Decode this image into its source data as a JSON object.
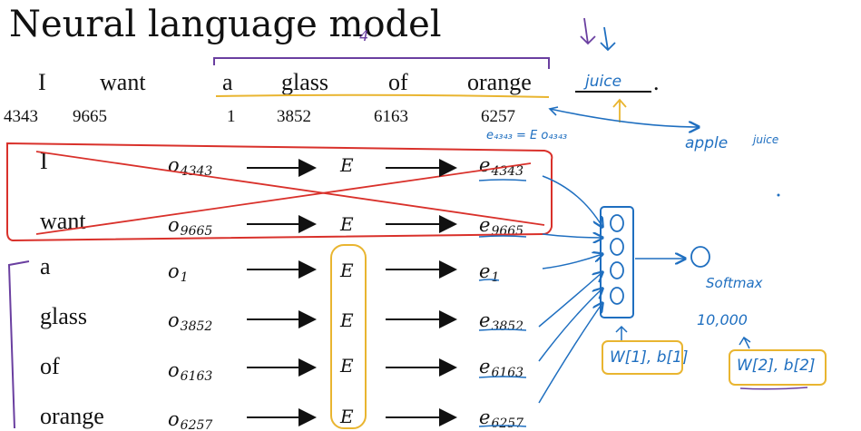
{
  "title": "Neural language model",
  "sentence": {
    "words": [
      "I",
      "want",
      "a",
      "glass",
      "of",
      "orange"
    ],
    "indices": [
      "4343",
      "9665",
      "1",
      "3852",
      "6163",
      "6257"
    ],
    "period": "."
  },
  "rows": [
    {
      "word": "I",
      "o_base": "o",
      "o_sub": "4343",
      "E": "E",
      "e_base": "e",
      "e_sub": "4343"
    },
    {
      "word": "want",
      "o_base": "o",
      "o_sub": "9665",
      "E": "E",
      "e_base": "e",
      "e_sub": "9665"
    },
    {
      "word": "a",
      "o_base": "o",
      "o_sub": "1",
      "E": "E",
      "e_base": "e",
      "e_sub": "1"
    },
    {
      "word": "glass",
      "o_base": "o",
      "o_sub": "3852",
      "E": "E",
      "e_base": "e",
      "e_sub": "3852"
    },
    {
      "word": "of",
      "o_base": "o",
      "o_sub": "6163",
      "E": "E",
      "e_base": "e",
      "e_sub": "6163"
    },
    {
      "word": "orange",
      "o_base": "o",
      "o_sub": "6257",
      "E": "E",
      "e_base": "e",
      "e_sub": "6257"
    }
  ],
  "annotations": {
    "window_size": "4",
    "target": "juice",
    "embedding_eq": "e₄₃₄₃ = E o₄₃₄₃",
    "alt_word": "apple",
    "alt_target": "juice",
    "softmax": "Softmax",
    "vocab_size": "10,000",
    "layer1_params": "W[1], b[1]",
    "softmax_params": "W[2], b[2]"
  },
  "colors": {
    "ink": "#111111",
    "pen_blue": "#1f6fc0",
    "pen_red": "#d9312b",
    "pen_yellow": "#e9b530",
    "pen_purple": "#6a3fa0"
  }
}
